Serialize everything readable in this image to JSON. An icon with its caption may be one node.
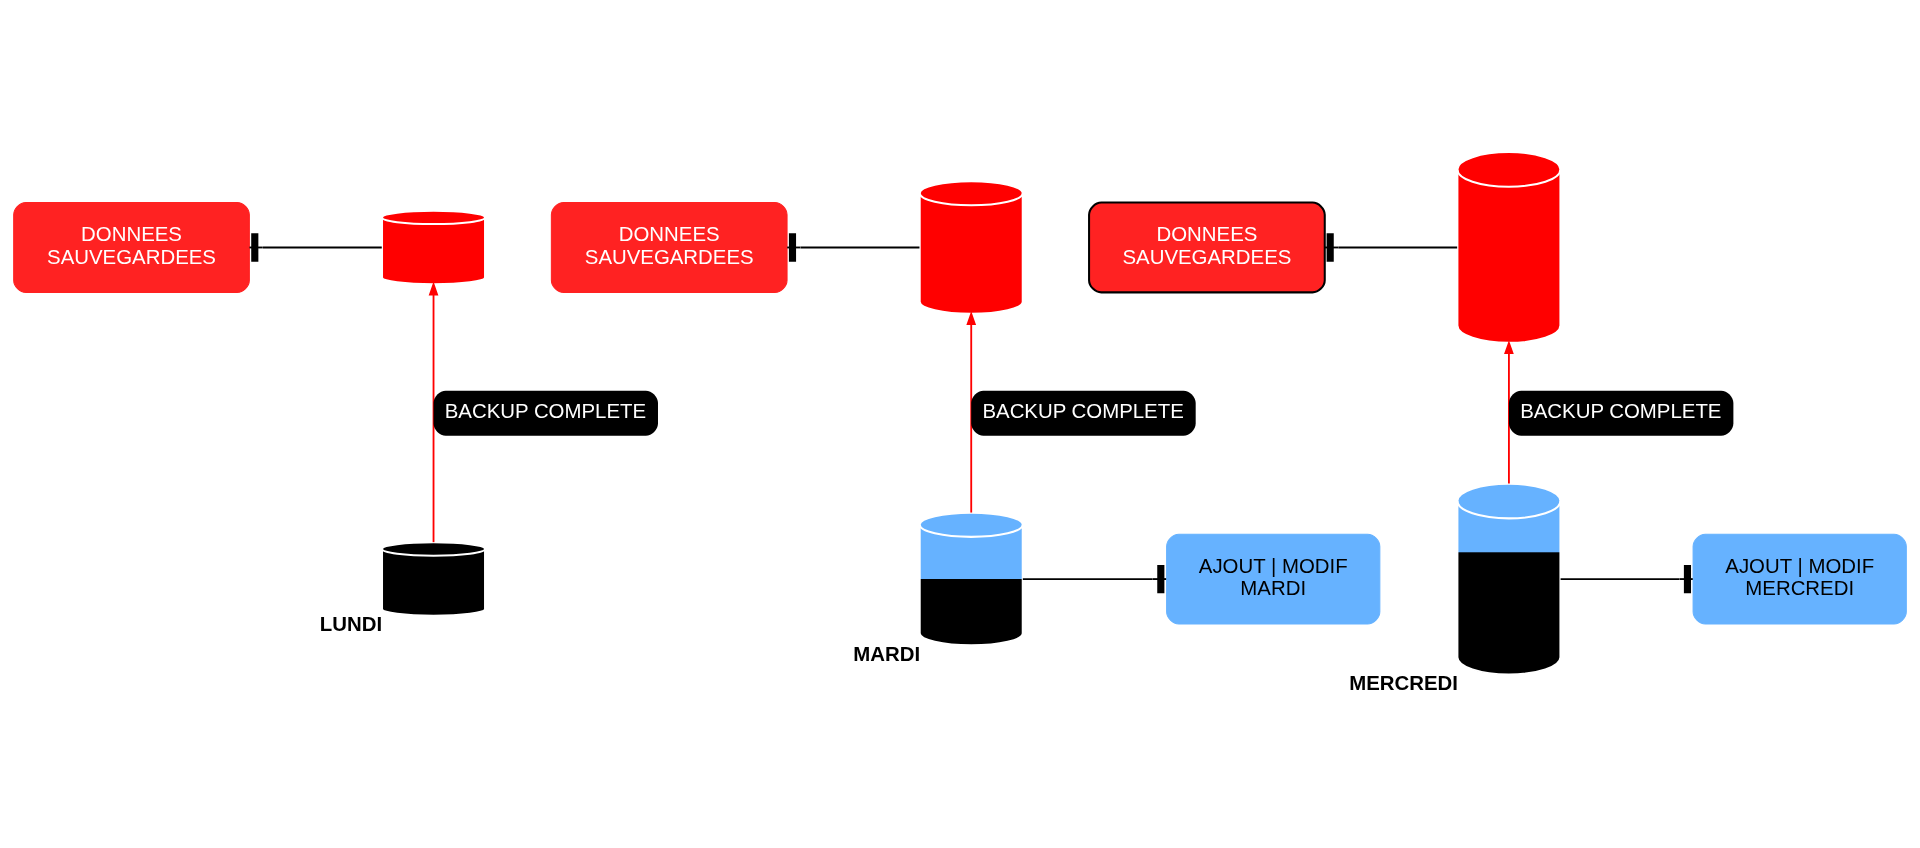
{
  "diagram": {
    "nodes": [
      {
        "text": [
          "DONNEES SAUVEGARDEES"
        ]
      },
      {
        "text": [],
        "shape": "cylinder"
      },
      {
        "text": [],
        "shape": "cylinder",
        "beside": [
          "LUNDI"
        ]
      },
      {
        "text": [
          "DONNEES SAUVEGARDEES"
        ]
      },
      {
        "text": [],
        "shape": "cylinder"
      },
      {
        "text": [],
        "shape": "cylinder",
        "beside": [
          "MARDI"
        ]
      },
      {
        "text": [
          "AJOUT | MODIF MARDI"
        ]
      },
      {
        "text": [
          "DONNEES SAUVEGARDEES"
        ]
      },
      {
        "text": [],
        "shape": "cylinder"
      },
      {
        "text": [],
        "shape": "cylinder",
        "beside": [
          "MERCREDI"
        ]
      },
      {
        "text": [
          "AJOUT | MODIF MERCREDI"
        ]
      }
    ],
    "edges": [
      {
        "from": 2,
        "to": 1,
        "arrow": "to",
        "label": "BACKUP COMPLETE",
        "color": "#ff0000"
      },
      {
        "from": 0,
        "to": 1,
        "arrow": "other"
      },
      {
        "from": 5,
        "to": 4,
        "arrow": "to",
        "label": "BACKUP COMPLETE",
        "color": "#ff0000"
      },
      {
        "from": 3,
        "to": 4,
        "arrow": "other"
      },
      {
        "from": 6,
        "to": 5,
        "arrow": "other"
      },
      {
        "from": 9,
        "to": 8,
        "arrow": "to",
        "label": "BACKUP COMPLETE",
        "color": "#ff0000"
      },
      {
        "from": 7,
        "to": 8,
        "arrow": "other"
      },
      {
        "from": 10,
        "to": 9,
        "arrow": "other"
      }
    ]
  }
}
